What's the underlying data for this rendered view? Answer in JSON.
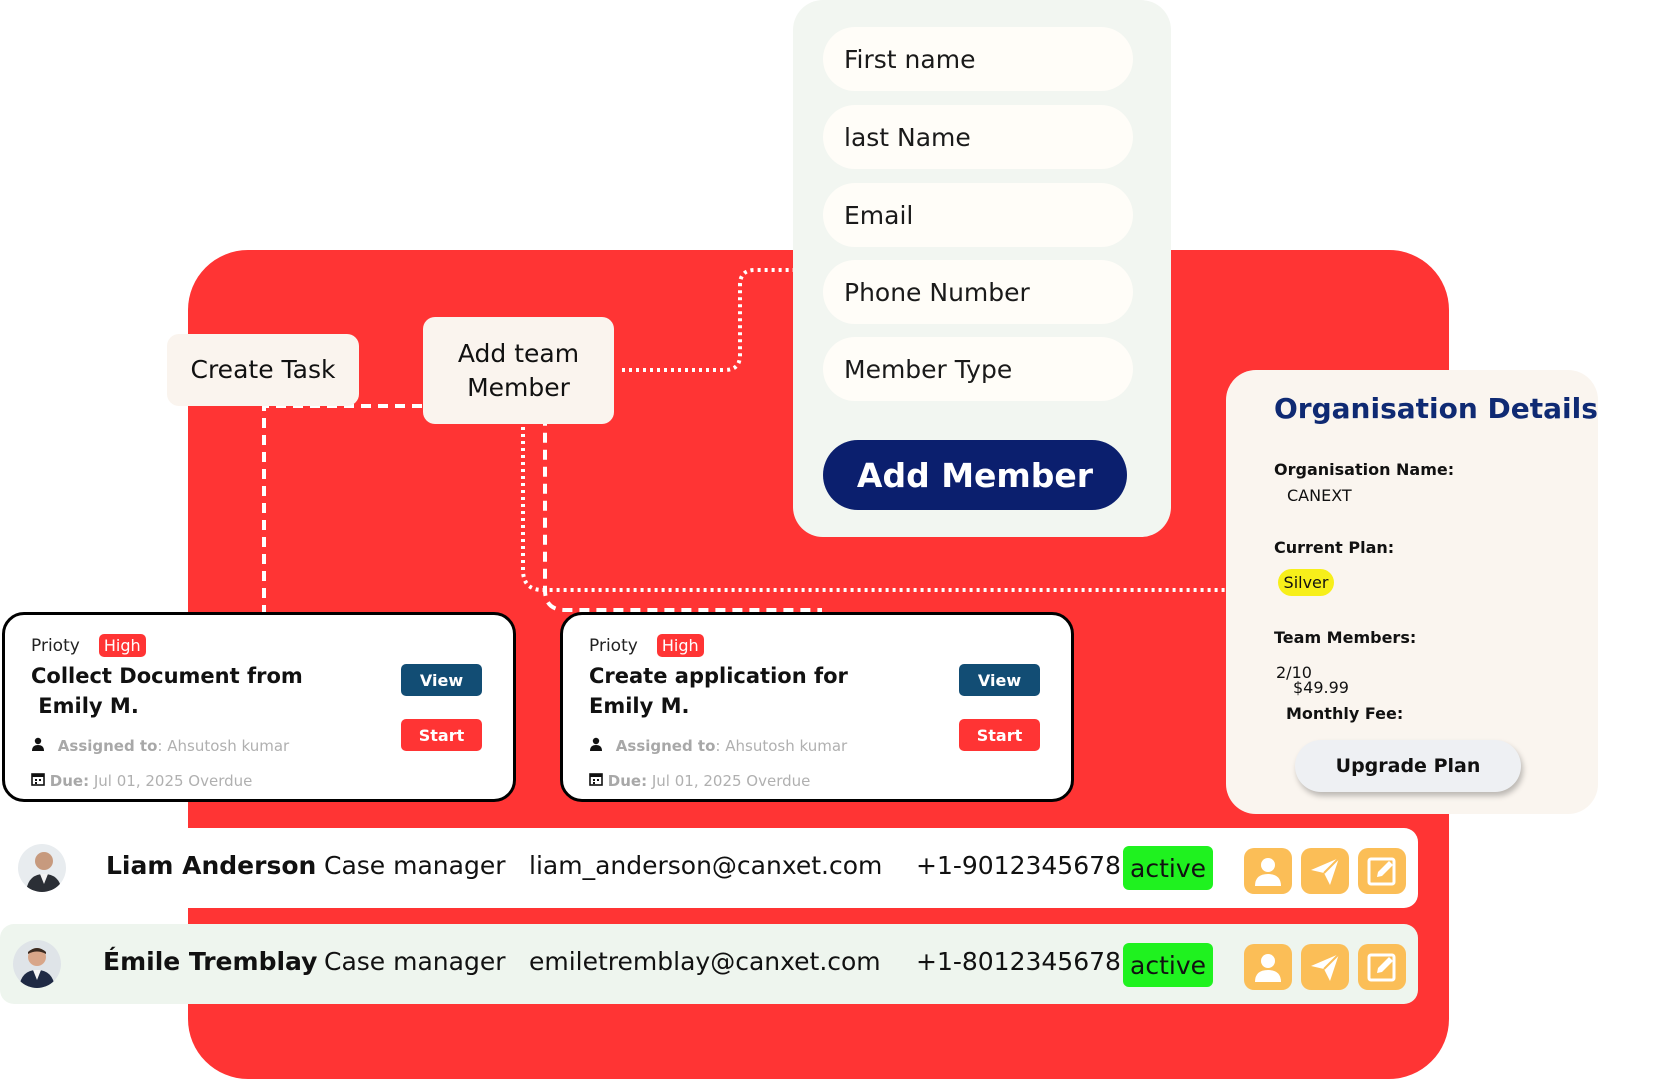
{
  "chips": {
    "create_task": "Create Task",
    "add_team_member": "Add team Member"
  },
  "form": {
    "first_name": "First name",
    "last_name": "last Name",
    "email": "Email",
    "phone": "Phone Number",
    "member_type": "Member Type",
    "submit": "Add Member"
  },
  "org": {
    "title": "Organisation Details",
    "name_label": "Organisation Name:",
    "name_value": "CANEXT",
    "plan_label": "Current Plan:",
    "plan_value": "Silver",
    "team_label": "Team Members:",
    "team_value": "2/10",
    "fee_value": "$49.99",
    "fee_label": "Monthly Fee:",
    "upgrade": "Upgrade Plan"
  },
  "tasks": [
    {
      "priority_label": "Prioty",
      "priority": "High",
      "title_line1": "Collect Document from",
      "title_line2": " Emily M.",
      "view": "View",
      "start": "Start",
      "assigned_label": "Assigned to",
      "assigned_value": ": Ahsutosh kumar",
      "due_label": "Due:",
      "due_value": " Jul 01, 2025 Overdue"
    },
    {
      "priority_label": "Prioty",
      "priority": "High",
      "title_line1": "Create application for",
      "title_line2": "Emily M.",
      "view": "View",
      "start": "Start",
      "assigned_label": "Assigned to",
      "assigned_value": ": Ahsutosh kumar",
      "due_label": "Due:",
      "due_value": " Jul 01, 2025 Overdue"
    }
  ],
  "members": [
    {
      "name": "Liam Anderson",
      "role": "Case manager",
      "email": "liam_anderson@canxet.com",
      "phone": "+1-9012345678",
      "status": "active"
    },
    {
      "name": "Émile Tremblay",
      "role": "Case manager",
      "email": "emiletremblay@canxet.com",
      "phone": "+1-8012345678",
      "status": "active"
    }
  ],
  "colors": {
    "panel_red": "#ff3434",
    "navy": "#0b1f6e",
    "view_blue": "#124d74",
    "active_green": "#1ff21f",
    "icon_orange": "#fbbe57",
    "silver_badge": "#f7ef1a"
  },
  "icons": [
    "person-icon",
    "send-icon",
    "edit-icon",
    "calendar-icon",
    "user-small-icon"
  ]
}
